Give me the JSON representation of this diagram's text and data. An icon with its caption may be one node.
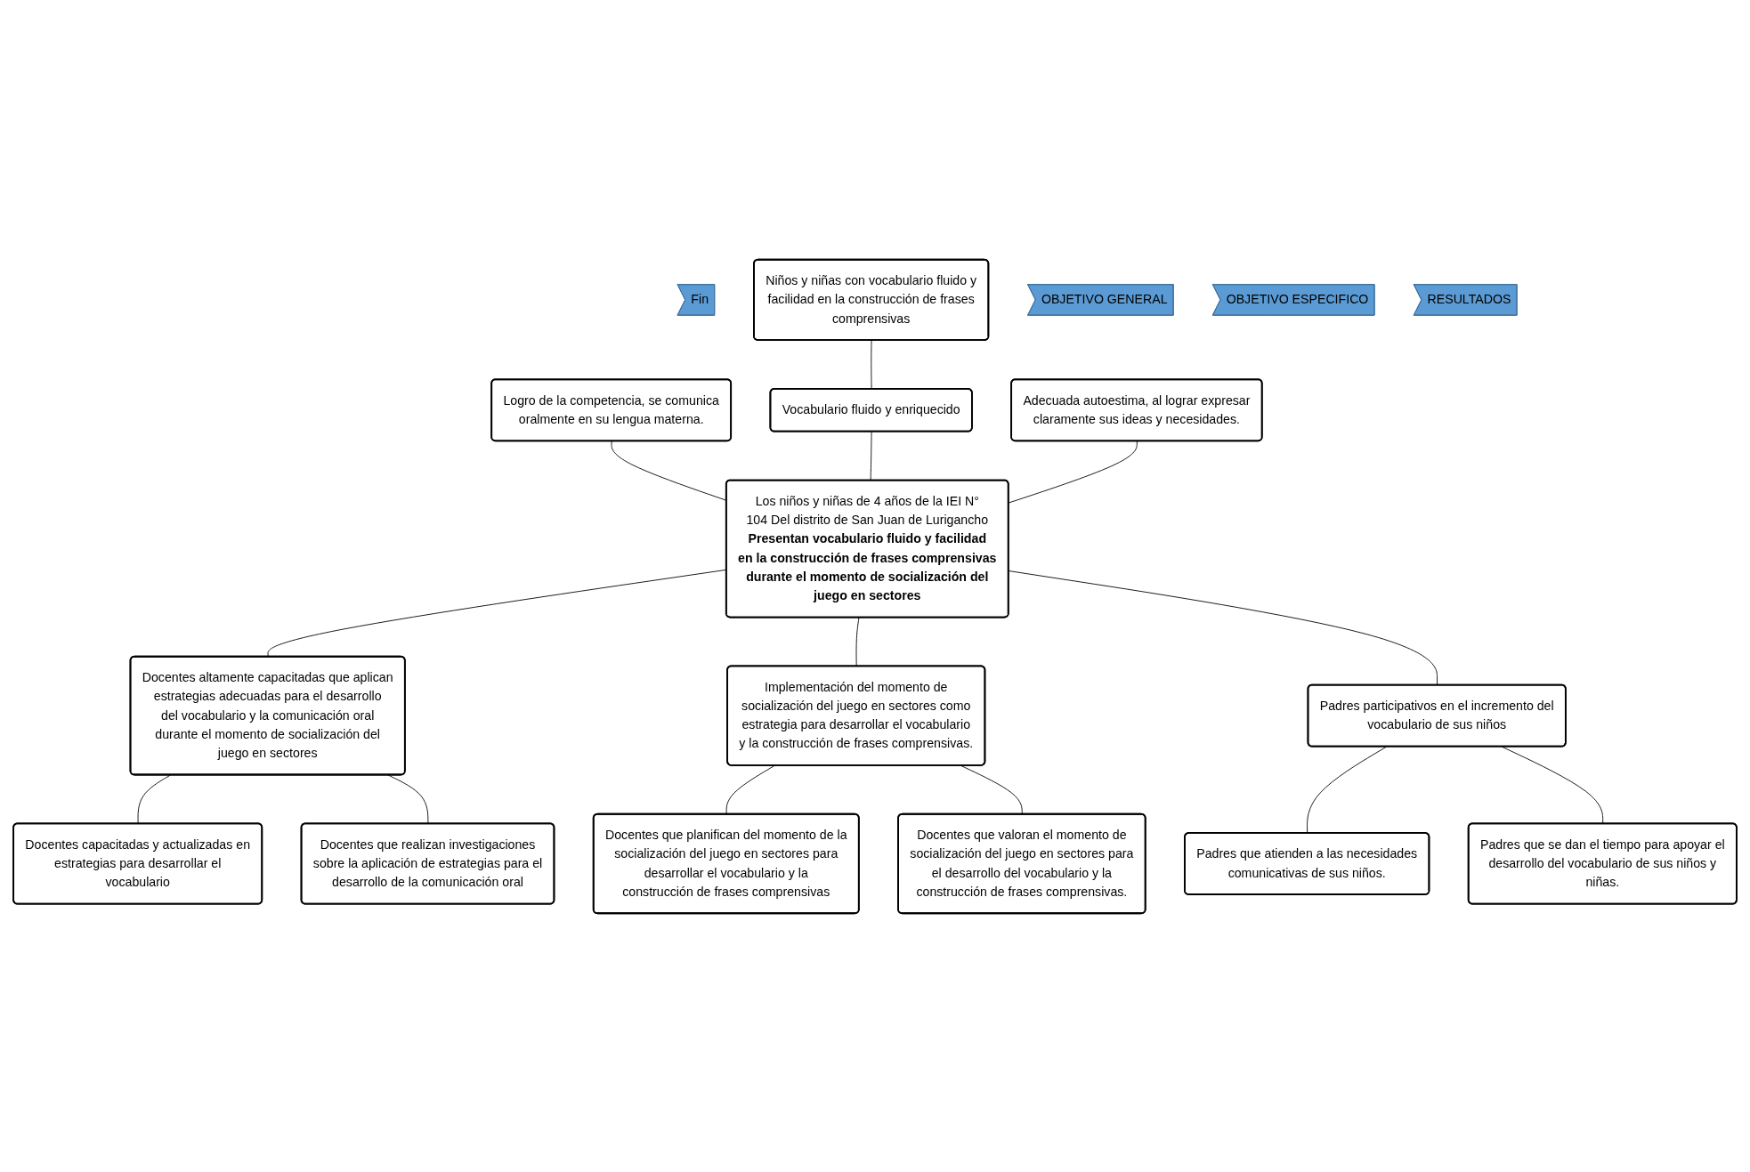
{
  "diagram": {
    "nodes": [
      {
        "text": [
          "Fin"
        ]
      },
      {
        "text": [
          "Niños y niñas con vocabulario fluido y facilidad en la construcción de frases comprensivas"
        ]
      },
      {
        "text": [
          "Logro de la competencia, se comunica oralmente en su lengua materna."
        ]
      },
      {
        "text": [
          "Vocabulario fluido y enriquecido"
        ]
      },
      {
        "text": [
          "Adecuada autoestima, al lograr expresar claramente sus ideas y necesidades."
        ]
      },
      {
        "text": [
          "OBJETIVO GENERAL"
        ]
      },
      {
        "text": [
          "Los niños y niñas de 4 años de la IEI N° 104 Del distrito de San Juan de Lurigancho **Presentan vocabulario fluido y facilidad en la construcción de frases comprensivas durante el momento de socialización del juego en sectores**"
        ]
      },
      {
        "text": [
          "OBJETIVO ESPECIFICO"
        ]
      },
      {
        "text": [
          "Docentes altamente capacitadas que aplican estrategias adecuadas para el desarrollo del vocabulario y la comunicación oral durante el momento de socialización del juego en sectores"
        ]
      },
      {
        "text": [
          "Implementación del momento de socialización del juego en sectores como estrategia para desarrollar el vocabulario y la construcción de frases comprensivas."
        ]
      },
      {
        "text": [
          "Padres participativos en el incremento del vocabulario de sus niños"
        ]
      },
      {
        "text": [
          "RESULTADOS"
        ]
      },
      {
        "text": [
          "Docentes capacitadas y actualizadas en estrategias para desarrollar el vocabulario"
        ]
      },
      {
        "text": [
          "Docentes que realizan investigaciones sobre la aplicación de estrategias para el desarrollo de la comunicación oral"
        ]
      },
      {
        "text": [
          "Docentes que planifican del momento de la socialización del juego en sectores para desarrollar el vocabulario y la construcción de frases comprensivas"
        ]
      },
      {
        "text": [
          "Docentes que valoran el momento de socialización del juego en sectores para el desarrollo del vocabulario y la construcción de frases comprensivas."
        ]
      },
      {
        "text": [
          "Padres que atienden a las necesidades comunicativas de sus niños."
        ]
      },
      {
        "text": [
          "Padres que se dan el tiempo para apoyar el desarrollo del vocabulario de sus niños y niñas."
        ]
      }
    ],
    "edges": [
      {
        "from": 1,
        "to": 3,
        "arrow": "none"
      },
      {
        "from": 2,
        "to": 6,
        "arrow": "none"
      },
      {
        "from": 3,
        "to": 6,
        "arrow": "none"
      },
      {
        "from": 4,
        "to": 6,
        "arrow": "none"
      },
      {
        "from": 6,
        "to": 8,
        "arrow": "none"
      },
      {
        "from": 6,
        "to": 9,
        "arrow": "none"
      },
      {
        "from": 6,
        "to": 10,
        "arrow": "none"
      },
      {
        "from": 8,
        "to": 12,
        "arrow": "none"
      },
      {
        "from": 8,
        "to": 13,
        "arrow": "none"
      },
      {
        "from": 9,
        "to": 14,
        "arrow": "none"
      },
      {
        "from": 9,
        "to": 15,
        "arrow": "none"
      },
      {
        "from": 10,
        "to": 16,
        "arrow": "none"
      },
      {
        "from": 10,
        "to": 17,
        "arrow": "none"
      }
    ]
  }
}
